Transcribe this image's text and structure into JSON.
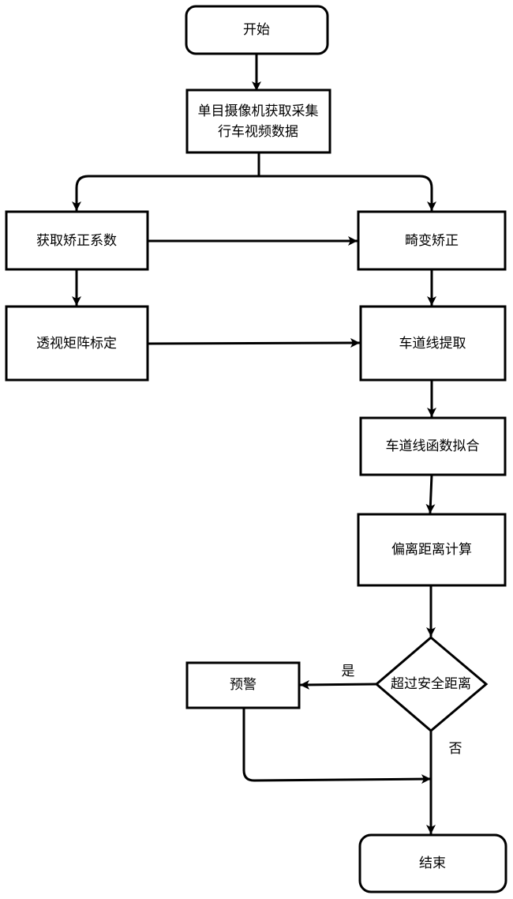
{
  "nodes": {
    "start": "开始",
    "capture_line1": "单目摄像机获取采集",
    "capture_line2": "行车视频数据",
    "get_coeff": "获取矫正系数",
    "distortion": "畸变矫正",
    "perspective": "透视矩阵标定",
    "lane_extract": "车道线提取",
    "lane_fit": "车道线函数拟合",
    "offset_calc": "偏离距离计算",
    "decision": "超过安全距离",
    "warning": "预警",
    "end": "结束"
  },
  "edges": {
    "yes": "是",
    "no": "否"
  }
}
